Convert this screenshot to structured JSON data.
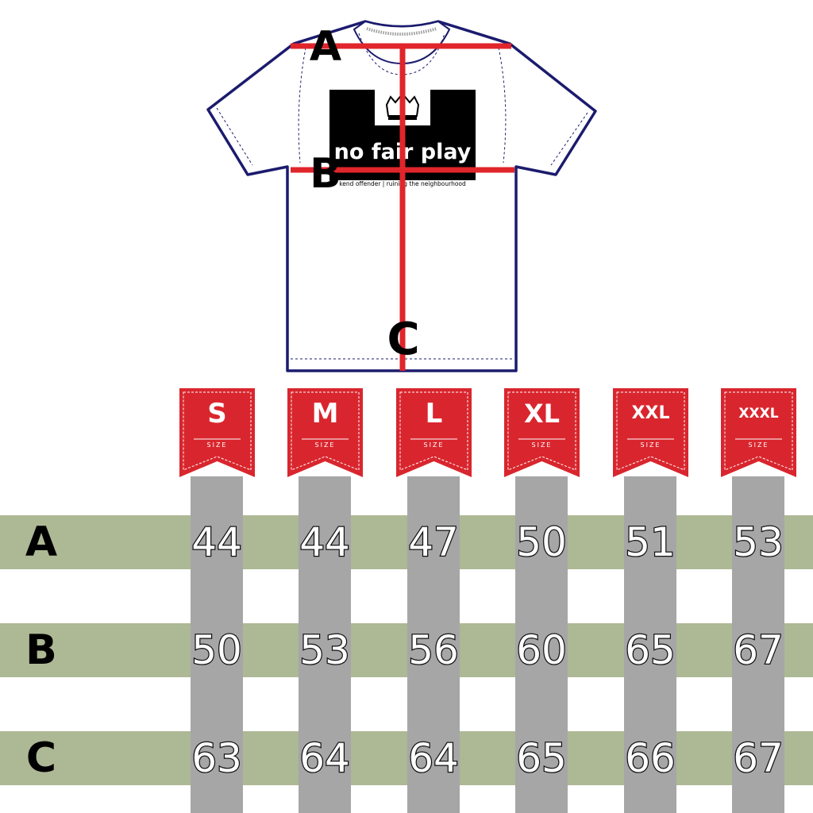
{
  "shirt": {
    "brand_text": "no fair play",
    "tagline": "kend offender | ruining the neighbourhood",
    "measure_labels": {
      "a": "A",
      "b": "B",
      "c": "C"
    }
  },
  "tag_subtitle": "SIZE",
  "sizes": [
    "S",
    "M",
    "L",
    "XL",
    "XXL",
    "XXXL"
  ],
  "rows": [
    {
      "label": "A",
      "values": [
        "44",
        "44",
        "47",
        "50",
        "51",
        "53"
      ]
    },
    {
      "label": "B",
      "values": [
        "50",
        "53",
        "56",
        "60",
        "65",
        "67"
      ]
    },
    {
      "label": "C",
      "values": [
        "63",
        "64",
        "64",
        "65",
        "66",
        "67"
      ]
    }
  ],
  "colors": {
    "tag_red": "#d9262e",
    "row_band": "#adb895",
    "column_bar": "#a6a6a6",
    "measure_line": "#e0252b",
    "shirt_outline": "#1b1b6e"
  }
}
